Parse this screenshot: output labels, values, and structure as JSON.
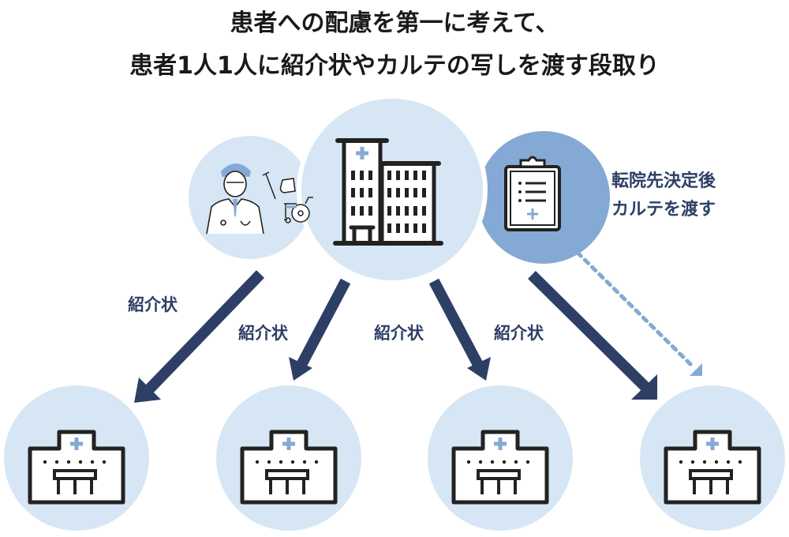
{
  "title": {
    "line1": "患者への配慮を第一に考えて、",
    "line2": "患者1人1人に紹介状やカルテの写しを渡す段取り"
  },
  "nodes": {
    "doctor_patient": {
      "icon": "doctor-and-mobility-aids-icon"
    },
    "source_hospital": {
      "icon": "hospital-building-icon"
    },
    "medical_record": {
      "icon": "clipboard-medical-record-icon"
    },
    "destinations": [
      {
        "icon": "clinic-icon"
      },
      {
        "icon": "clinic-icon"
      },
      {
        "icon": "clinic-icon"
      },
      {
        "icon": "clinic-icon"
      }
    ]
  },
  "arrows": {
    "referral_labels": [
      "紹介状",
      "紹介状",
      "紹介状",
      "紹介状"
    ]
  },
  "side_note": {
    "line1": "転院先決定後",
    "line2": "カルテを渡す"
  },
  "colors": {
    "circle_light": "#d6e6f4",
    "circle_mid": "#84a9d4",
    "arrow": "#2e3f66",
    "accent_plus": "#84a9d4",
    "dotted": "#84a9d4"
  }
}
